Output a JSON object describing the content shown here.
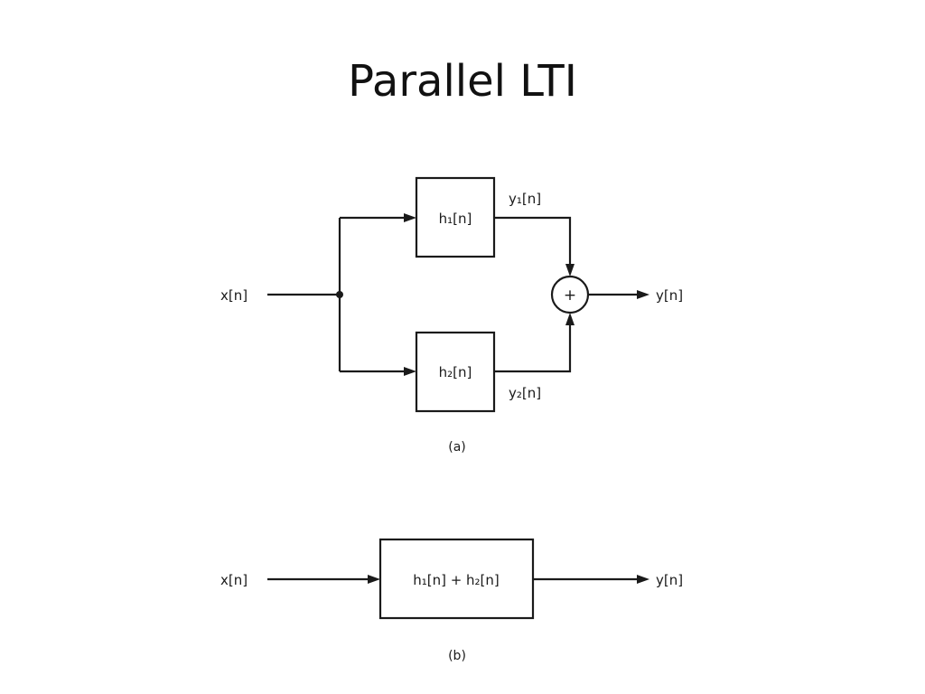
{
  "slide": {
    "title": "Parallel LTI"
  },
  "diagram_a": {
    "input_label": "x[n]",
    "output_label": "y[n]",
    "block_top_label": "h₁[n]",
    "block_bottom_label": "h₂[n]",
    "branch_top_output_label": "y₁[n]",
    "branch_bottom_output_label": "y₂[n]",
    "adder_symbol": "+",
    "caption": "(a)"
  },
  "diagram_b": {
    "input_label": "x[n]",
    "output_label": "y[n]",
    "block_label": "h₁[n] + h₂[n]",
    "caption": "(b)"
  }
}
